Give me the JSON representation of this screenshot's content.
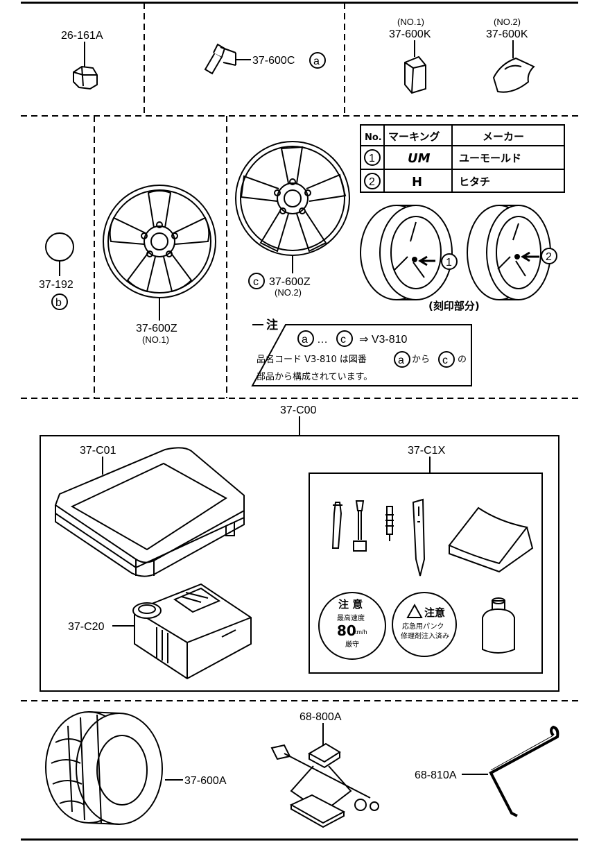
{
  "parts": {
    "lug_nut": "26-161A",
    "valve": "37-600C",
    "valve_mark": "a",
    "balance_no1_tag": "(NO.1)",
    "balance_no1": "37-600K",
    "balance_no2_tag": "(NO.2)",
    "balance_no2": "37-600K",
    "center_cap": "37-192",
    "center_cap_mark": "b",
    "wheel1": "37-600Z",
    "wheel1_tag": "(NO.1)",
    "wheel2": "37-600Z",
    "wheel2_tag": "(NO.2)",
    "wheel2_mark": "c",
    "kit": "37-C00",
    "case": "37-C01",
    "compressor": "37-C20",
    "repair_set": "37-C1X",
    "spare_tire": "37-600A",
    "jack": "68-800A",
    "jack_handle": "68-810A"
  },
  "maker_table": {
    "headers": [
      "No.",
      "マーキング",
      "メーカー"
    ],
    "rows": [
      {
        "no": "1",
        "mark": "UM",
        "maker": "ユーモールド"
      },
      {
        "no": "2",
        "mark": "H",
        "maker": "ヒタチ"
      }
    ]
  },
  "callouts": {
    "c1": "1",
    "c2": "2",
    "stamp_caption": "(刻印部分)"
  },
  "note": {
    "title": "注",
    "line1_a": "a",
    "line1_dots": "…",
    "line1_c": "c",
    "line1_tail": "⇒ V3-810",
    "line2_head": "品名コード V3-810 は図番",
    "line2_a": "a",
    "line2_mid": "から",
    "line2_c": "c",
    "line2_tail": "の",
    "line3": "部品から構成されています。"
  },
  "labels": {
    "speed_top": "注 意",
    "speed_sub": "最高速度",
    "speed_val": "80",
    "speed_unit": "km/h",
    "speed_keep": "厳守",
    "warn_top": "注意",
    "warn_line1": "応急用パンク",
    "warn_line2": "修理剤注入済み"
  }
}
